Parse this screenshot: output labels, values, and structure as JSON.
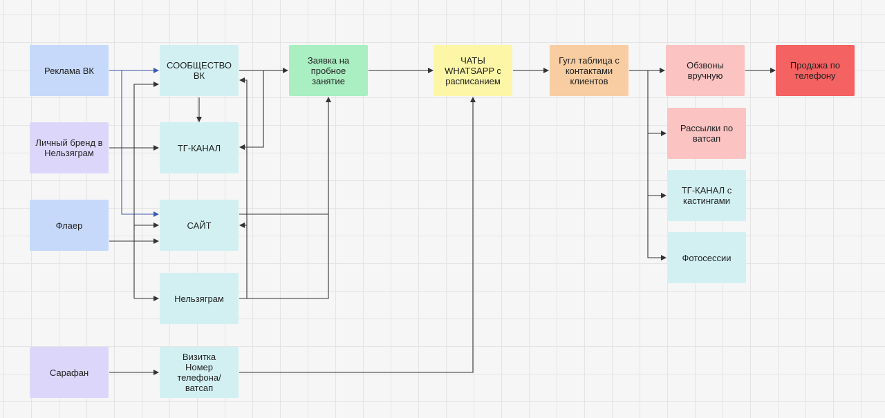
{
  "diagram": {
    "nodes": {
      "reklama_vk": "Реклама ВК",
      "lichny_brend": "Личный бренд в Нельзяграм",
      "flaer": "Флаер",
      "sarafan": "Сарафан",
      "soobshchestvo_vk": "СООБЩЕСТВО ВК",
      "tg_kanal": "ТГ-КАНАЛ",
      "sait": "САЙТ",
      "nelzyagram": "Нельзяграм",
      "vizitka": "Визитка\nНомер телефона/ ватсап",
      "zayavka": "Заявка на пробное занятие",
      "chaty": "ЧАТЫ WHATSAPP с расписанием",
      "gugl_tablica": "Гугл таблица с контактами клиентов",
      "obzvony": "Обзвоны вручную",
      "prodazha": "Продажа по телефону",
      "rassylki": "Рассылки по ватсап",
      "tg_kastingi": "ТГ-КАНАЛ с кастингами",
      "fotosessii": "Фотосессии"
    },
    "colors": {
      "blue": "#c6d9fb",
      "lavender": "#dcd6fa",
      "cyan": "#d2f0f2",
      "green": "#a9efc2",
      "yellow": "#fcf6a6",
      "orange": "#f8cda2",
      "pink": "#fbc3c2",
      "red": "#f56262",
      "connector": "#333333",
      "connector_accent": "#3b5bab"
    },
    "edges": [
      {
        "from": "reklama_vk",
        "to": "soobshchestvo_vk"
      },
      {
        "from": "reklama_vk",
        "to": "sait"
      },
      {
        "from": "lichny_brend",
        "to": "tg_kanal"
      },
      {
        "from": "lichny_brend",
        "to": "soobshchestvo_vk"
      },
      {
        "from": "lichny_brend",
        "to": "sait"
      },
      {
        "from": "lichny_brend",
        "to": "nelzyagram"
      },
      {
        "from": "flaer",
        "to": "sait"
      },
      {
        "from": "sarafan",
        "to": "vizitka"
      },
      {
        "from": "soobshchestvo_vk",
        "to": "tg_kanal"
      },
      {
        "from": "soobshchestvo_vk",
        "to": "zayavka"
      },
      {
        "from": "sait",
        "to": "zayavka"
      },
      {
        "from": "nelzyagram",
        "to": "zayavka"
      },
      {
        "from": "vizitka",
        "to": "chaty"
      },
      {
        "from": "zayavka",
        "to": "chaty"
      },
      {
        "from": "chaty",
        "to": "gugl_tablica"
      },
      {
        "from": "gugl_tablica",
        "to": "obzvony"
      },
      {
        "from": "gugl_tablica",
        "to": "rassylki"
      },
      {
        "from": "gugl_tablica",
        "to": "tg_kastingi"
      },
      {
        "from": "gugl_tablica",
        "to": "fotosessii"
      },
      {
        "from": "obzvony",
        "to": "prodazha"
      }
    ]
  }
}
